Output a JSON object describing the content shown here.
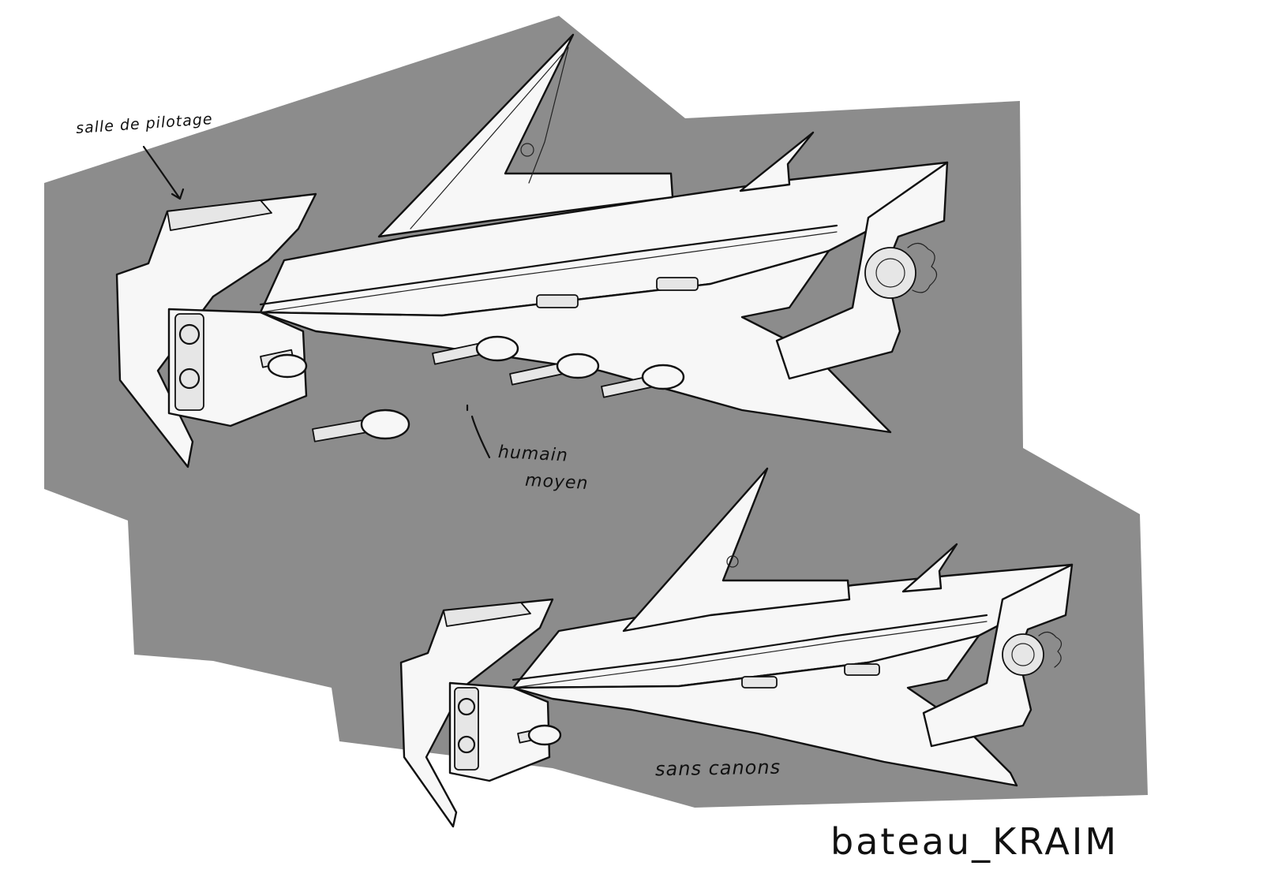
{
  "colors": {
    "background": "#ffffff",
    "backdrop": "#8c8c8c",
    "ink": "#111111",
    "hull": "#f7f7f7"
  },
  "annotations": {
    "cockpit": "salle de pilotage",
    "human_line1": "humain",
    "human_line2": "moyen",
    "no_cannons": "sans canons",
    "title": "bateau_KRAIM"
  }
}
